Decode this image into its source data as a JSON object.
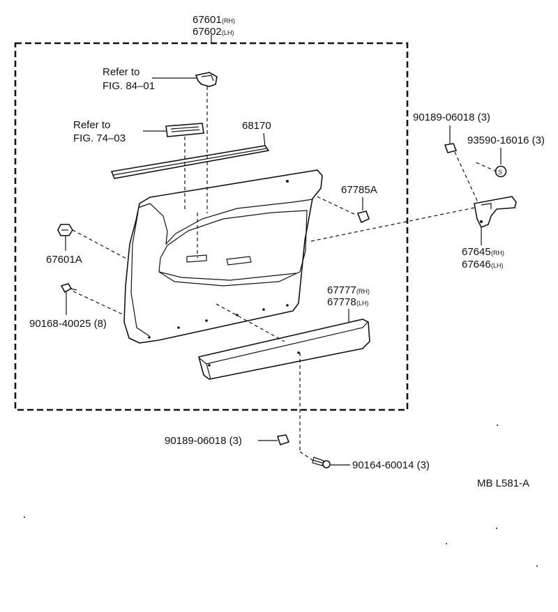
{
  "labels": {
    "panel_assy_rh": "67601",
    "panel_assy_rh_side": "(RH)",
    "panel_assy_lh": "67602",
    "panel_assy_lh_side": "(LH)",
    "refer_1_line1": "Refer to",
    "refer_1_line2": "FIG. 84–01",
    "refer_2_line1": "Refer to",
    "refer_2_line2": "FIG. 74–03",
    "weatherstrip": "68170",
    "pad": "67785A",
    "clip_a": "67601A",
    "screw_count": "90168-40025 (8)",
    "nut_top": "90189-06018 (3)",
    "s_part": "93590-16016 (3)",
    "bracket_rh": "67645",
    "bracket_rh_side": "(RH)",
    "bracket_lh": "67646",
    "bracket_lh_side": "(LH)",
    "pocket_rh": "67777",
    "pocket_rh_side": "(RH)",
    "pocket_lh": "67778",
    "pocket_lh_side": "(LH)",
    "nut_bottom": "90189-06018 (3)",
    "bolt_bottom": "90164-60014 (3)",
    "drawing_code": "MB L581-A",
    "s_symbol": "S"
  }
}
